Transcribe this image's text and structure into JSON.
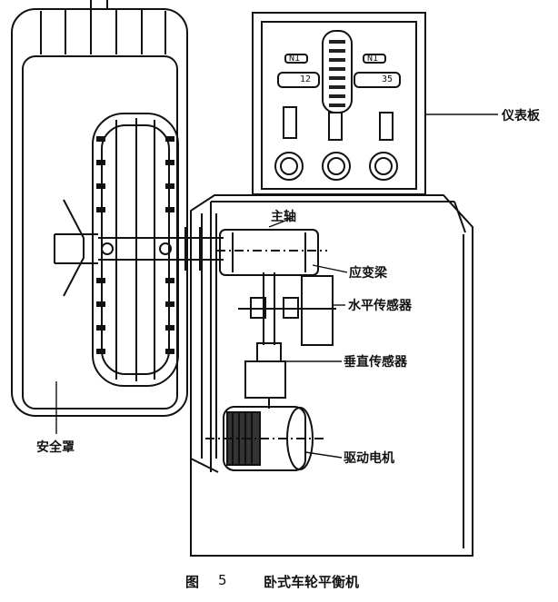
{
  "labels": {
    "instrument_panel": "仪表板",
    "main_shaft": "主轴",
    "strain_beam": "应变梁",
    "horizontal_sensor": "水平传感器",
    "vertical_sensor": "垂直传感器",
    "drive_motor": "驱动电机",
    "safety_cover": "安全罩"
  },
  "panel": {
    "left_display": "12",
    "right_display": "35",
    "left_tag": "N1",
    "right_tag": "N1"
  },
  "caption": {
    "figure": "图",
    "number": "5",
    "title": "卧式车轮平衡机"
  }
}
